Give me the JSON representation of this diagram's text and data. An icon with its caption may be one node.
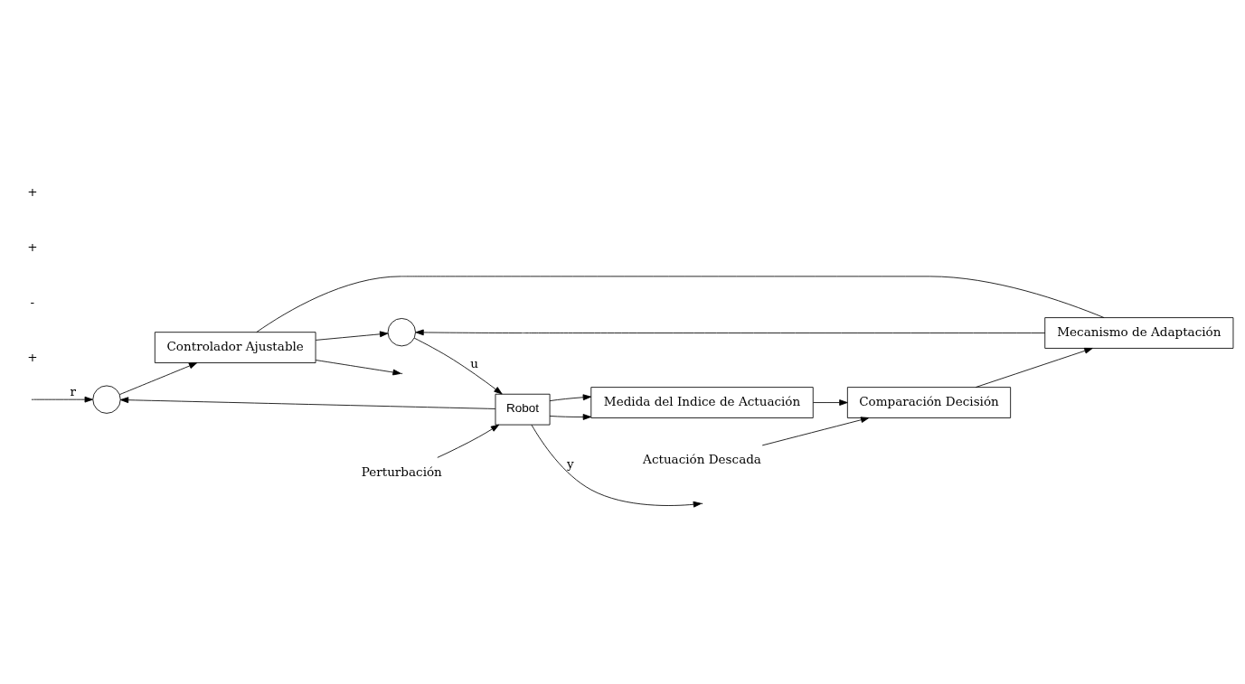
{
  "diagram": {
    "nodes": [
      {
        "text": [],
        "shape": "circle"
      },
      {
        "text": [
          "Controlador Ajustable"
        ]
      },
      {
        "text": [],
        "shape": "circle"
      },
      {
        "text": [
          "Robot"
        ]
      },
      {
        "text": [
          "Comparación Decisión"
        ]
      },
      {
        "text": [
          "Mecanismo de Adaptación"
        ]
      },
      {
        "text": [
          "Medida del Indice de Actuación"
        ]
      },
      {
        "text": [
          "Perturbación"
        ]
      },
      {
        "text": [
          "Actuación Descada"
        ]
      }
    ],
    "edges": [
      {
        "from": null,
        "to": 0,
        "arrow": "to",
        "label": "r"
      },
      {
        "from": 0,
        "to": 1,
        "arrow": "to"
      },
      {
        "from": 1,
        "to": 2,
        "arrow": "to"
      },
      {
        "from": 2,
        "to": 3,
        "arrow": "to",
        "label": "u"
      },
      {
        "from": 3,
        "to": null,
        "arrow": "to",
        "label": "y"
      },
      {
        "from": 3,
        "to": 0,
        "arrow": "to"
      },
      {
        "from": 7,
        "to": 3,
        "arrow": "to"
      },
      {
        "from": 8,
        "to": 4,
        "arrow": "to"
      },
      {
        "from": 4,
        "to": 5,
        "arrow": "to"
      },
      {
        "from": 5,
        "to": 1,
        "arrow": "none"
      },
      {
        "from": 5,
        "to": 2,
        "arrow": "to"
      },
      {
        "from": 1,
        "to": null,
        "arrow": "to"
      },
      {
        "from": 3,
        "to": 6,
        "arrow": "to"
      },
      {
        "from": 3,
        "to": 6,
        "arrow": "to"
      },
      {
        "from": 6,
        "to": 4,
        "arrow": "to"
      }
    ],
    "labels": [
      "+",
      "-",
      "+",
      "+"
    ]
  }
}
